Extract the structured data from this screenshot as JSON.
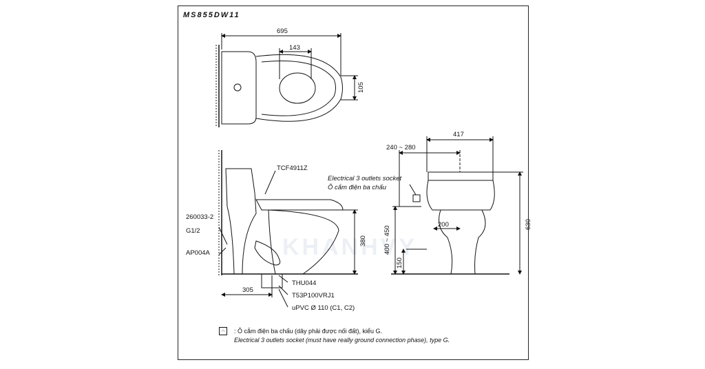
{
  "model": "MS855DW11",
  "top_view": {
    "dim_length": "695",
    "dim_seat_width": "143",
    "dim_offset": "105"
  },
  "side_view": {
    "seat_model": "TCF4911Z",
    "valve_part": "260033-2",
    "thread": "G1/2",
    "hose": "AP004A",
    "dim_height": "380",
    "dim_rough_in": "305",
    "flange": "THU044",
    "drain": "T53P100VRJ1",
    "pipe": "uPVC Ø 110 (C1, C2)"
  },
  "front_view": {
    "dim_width": "417",
    "dim_socket_offset": "240 ~ 280",
    "socket_label_en": "Electrical 3 outlets socket",
    "socket_label_vi": "Ô cắm điện ba chấu",
    "dim_socket_height": "400 ~ 450",
    "dim_water_offset": "200",
    "dim_water_height": "150",
    "dim_total_height": "630"
  },
  "note": {
    "symbol": "∴",
    "line_vi": ": Ô cắm điện ba chấu (dây phải được nối đất), kiểu G.",
    "line_en": "Electrical 3 outlets socket (must have really ground connection phase), type G."
  },
  "watermark": "KHANHVY"
}
